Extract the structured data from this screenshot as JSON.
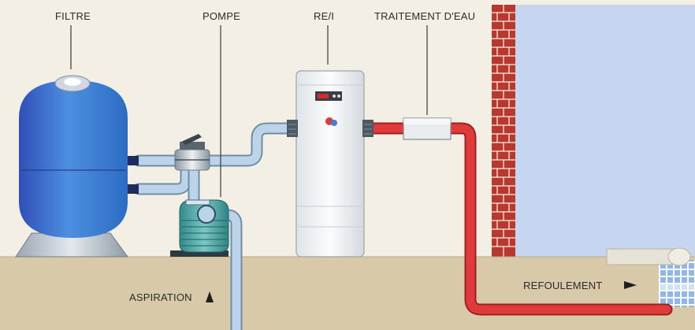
{
  "labels": {
    "filtre": "FILTRE",
    "pompe": "POMPE",
    "rei": "RE/I",
    "traitement": "TRAITEMENT D'EAU",
    "aspiration": "ASPIRATION",
    "refoulement": "REFOULEMENT"
  },
  "colors": {
    "background": "#f3efe4",
    "ground": "#d8c9a8",
    "pool_water": "#c6d6f0",
    "brick": "#b8382e",
    "pipe_cold": "#bcd3ea",
    "pipe_hot": "#e03a3a",
    "filter_tank": "#3f7fd0",
    "pump_body": "#3a9c9c"
  },
  "icons": {
    "aspiration_arrow": "arrow-up-icon",
    "refoulement_arrow": "arrow-right-icon"
  }
}
